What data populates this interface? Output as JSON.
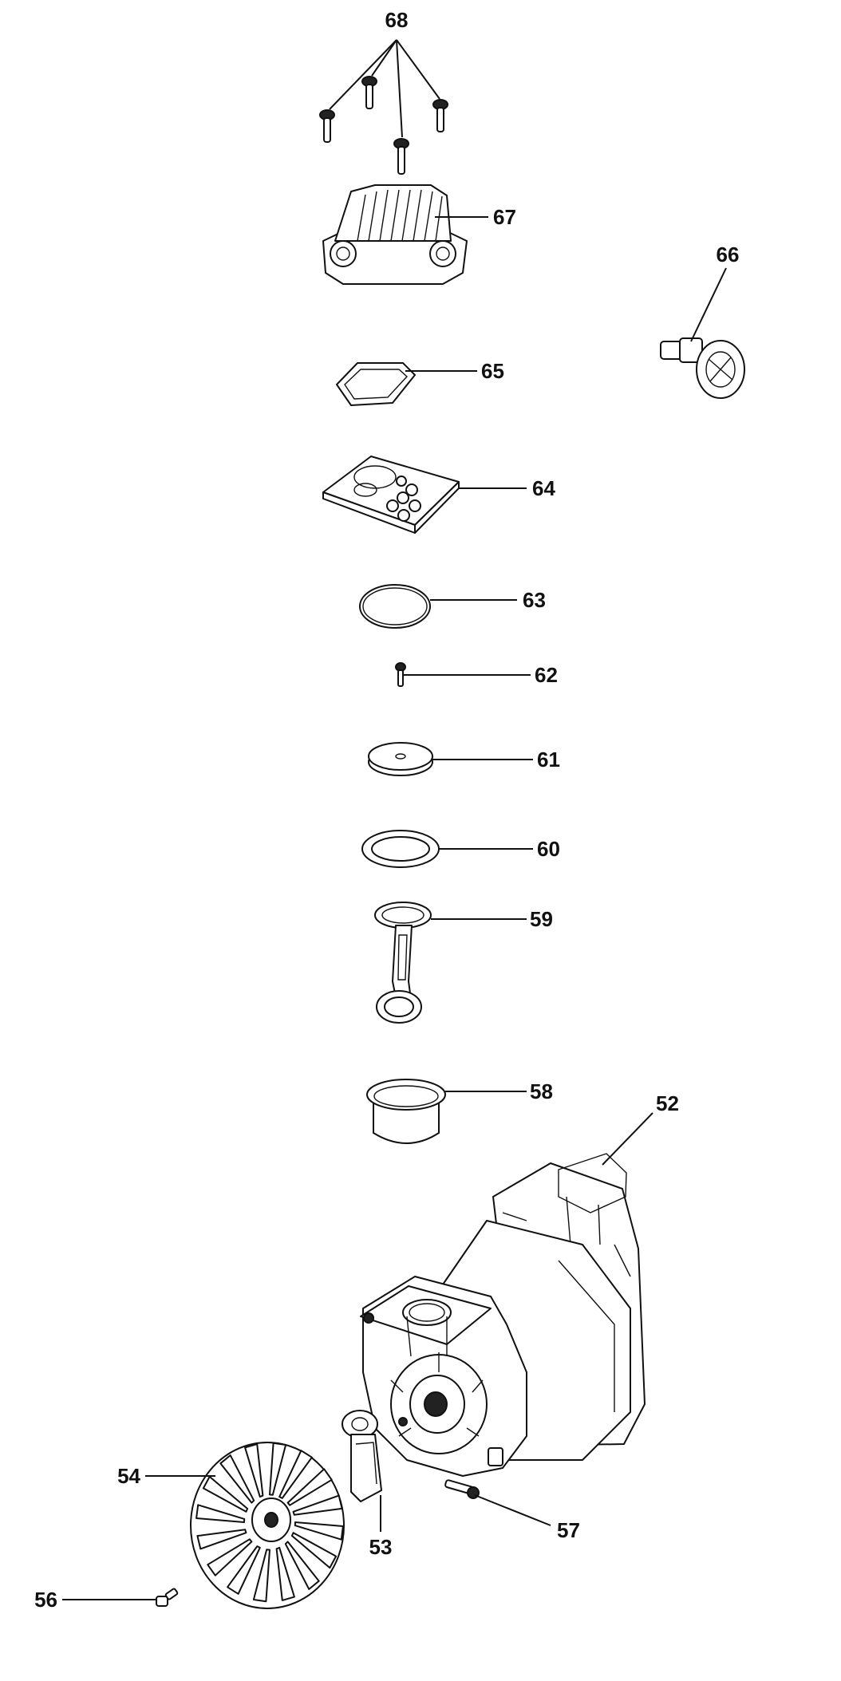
{
  "labels": {
    "p52": "52",
    "p53": "53",
    "p54": "54",
    "p56": "56",
    "p57": "57",
    "p58": "58",
    "p59": "59",
    "p60": "60",
    "p61": "61",
    "p62": "62",
    "p63": "63",
    "p64": "64",
    "p65": "65",
    "p66": "66",
    "p67": "67",
    "p68": "68"
  }
}
